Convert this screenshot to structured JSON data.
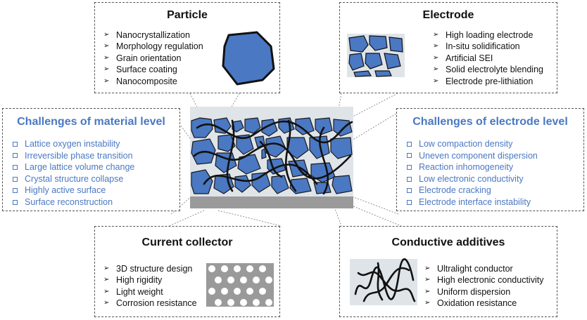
{
  "particle": {
    "title": "Particle",
    "items": [
      "Nanocrystallization",
      "Morphology regulation",
      "Grain orientation",
      "Surface coating",
      "Nanocomposite"
    ]
  },
  "electrode": {
    "title": "Electrode",
    "items": [
      "High loading electrode",
      "In-situ solidification",
      "Artificial SEI",
      "Solid electrolyte blending",
      "Electrode pre-lithiation"
    ]
  },
  "material_challenges": {
    "title": "Challenges of material level",
    "items": [
      "Lattice oxygen instability",
      "Irreversible phase transition",
      "Large lattice volume change",
      "Crystal structure collapse",
      "Highly active surface",
      "Surface reconstruction"
    ]
  },
  "electrode_challenges": {
    "title": "Challenges of electrode level",
    "items": [
      "Low compaction density",
      "Uneven component dispersion",
      "Reaction inhomogeneity",
      "Low electronic conductivity",
      "Electrode cracking",
      "Electrode interface instability"
    ]
  },
  "current_collector": {
    "title": "Current collector",
    "items": [
      "3D structure design",
      "High rigidity",
      "Light weight",
      "Corrosion resistance"
    ]
  },
  "conductive_additives": {
    "title": "Conductive additives",
    "items": [
      "Ultralight conductor",
      "High electronic conductivity",
      "Uniform dispersion",
      "Oxidation resistance"
    ]
  },
  "colors": {
    "accent": "#4a78c2",
    "particle_fill": "#4a78c2",
    "panel_bg": "#dfe4e9",
    "collector": "#9a9a9a"
  },
  "icons": {
    "bullet": "arrowhead",
    "challenge_bullet": "hollow-square"
  }
}
